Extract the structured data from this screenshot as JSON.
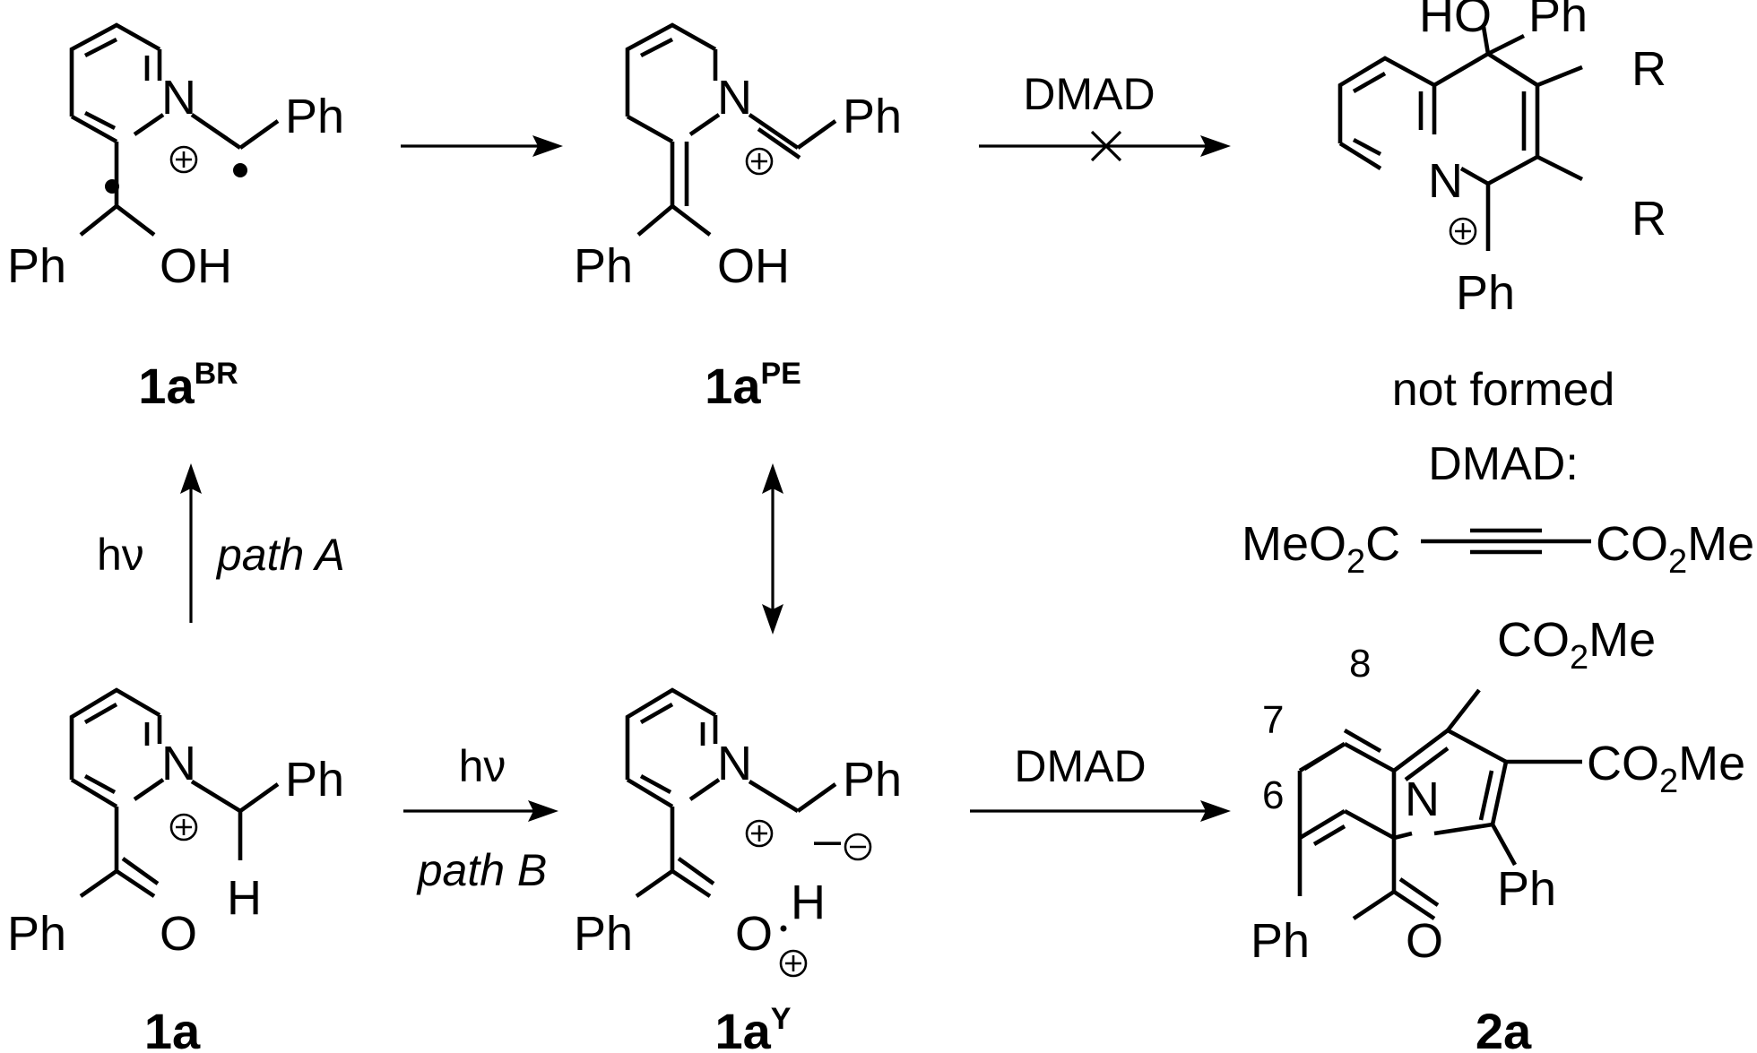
{
  "atoms": {
    "N": "N",
    "Ph": "Ph",
    "OH": "OH",
    "HO": "HO",
    "O": "O",
    "H": "H",
    "R": "R",
    "C": "C",
    "MeO": "MeO",
    "CO": "CO",
    "Me": "Me",
    "sub2": "2",
    "minus": "–"
  },
  "compounds": {
    "c1aBR": {
      "base": "1a",
      "sup": "BR"
    },
    "c1aPE": {
      "base": "1a",
      "sup": "PE"
    },
    "c1a": {
      "base": "1a"
    },
    "c1aY": {
      "base": "1a",
      "sup": "Y"
    },
    "c2a": {
      "base": "2a"
    }
  },
  "conditions": {
    "top_reagent": "DMAD",
    "bottom_reagent": "DMAD",
    "hv_A": "hν",
    "path_A": "path A",
    "hv_B": "hν",
    "path_B": "path B"
  },
  "notes": {
    "not_formed": "not formed",
    "dmad_label": "DMAD:"
  },
  "ring_numbers": [
    "8",
    "7",
    "6"
  ]
}
